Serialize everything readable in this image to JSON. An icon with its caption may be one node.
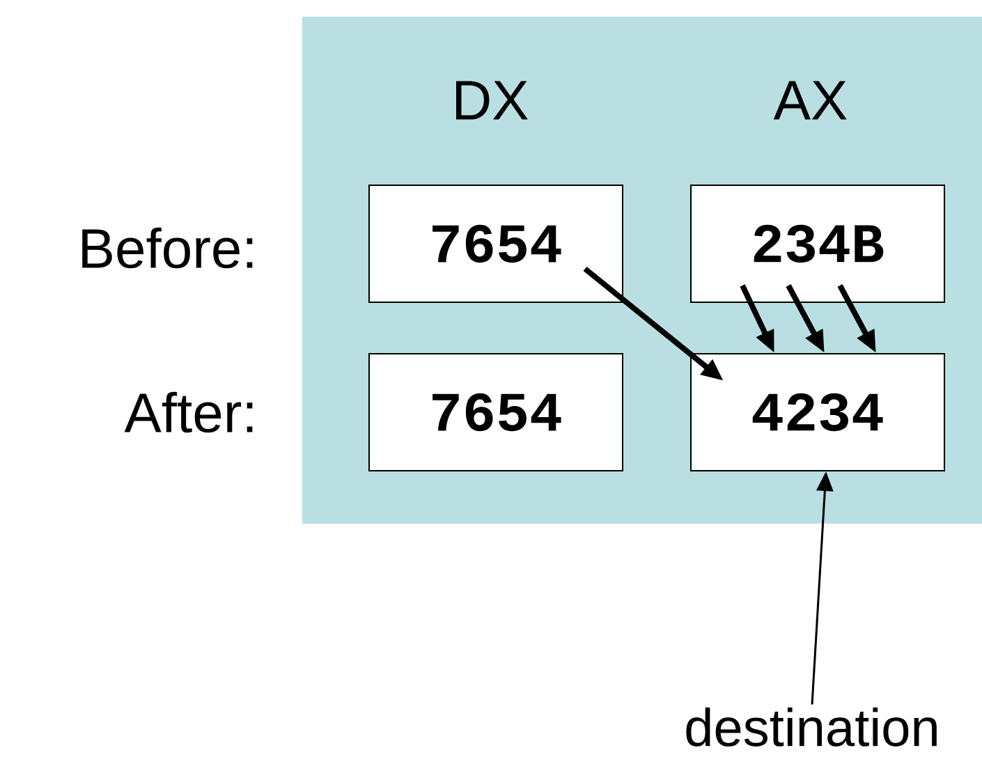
{
  "diagram": {
    "nodes": [
      {
        "text": [],
        "shape": "box"
      },
      {
        "text": [
          "7654"
        ],
        "in": 0
      },
      {
        "text": [
          "234B"
        ],
        "in": 0
      },
      {
        "text": [
          "7654"
        ],
        "in": 0
      },
      {
        "text": [
          "4234"
        ],
        "in": 0
      },
      {
        "text": [
          "destination"
        ]
      }
    ],
    "edges": [
      {
        "from": 1,
        "to": 4,
        "arrow": "to"
      },
      {
        "from": 2,
        "to": 4,
        "arrow": "to"
      },
      {
        "from": 2,
        "to": 4,
        "arrow": "to"
      },
      {
        "from": 2,
        "to": 4,
        "arrow": "to"
      },
      {
        "from": 5,
        "to": 4,
        "arrow": "to"
      }
    ],
    "labels": [
      "DX",
      "AX",
      "Before:",
      "After:"
    ]
  }
}
